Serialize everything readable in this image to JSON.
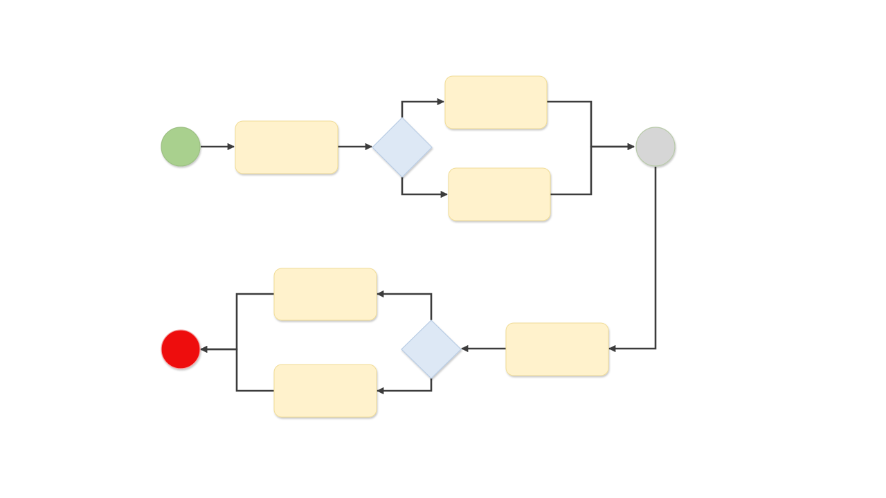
{
  "colors": {
    "background": "#ffffff",
    "start_fill": "#a9d08e",
    "start_stroke": "#9cbf83",
    "end_fill": "#ee1111",
    "end_stroke": "#f5a3a3",
    "merge_fill": "#d6d6d6",
    "merge_stroke": "#b7c9a8",
    "task_fill": "#fff2cc",
    "task_stroke": "#f0dc96",
    "gateway_fill": "#dde8f5",
    "gateway_stroke": "#b8cce4",
    "connector": "#3c3c3c"
  },
  "diagram": {
    "start_event": {
      "label": ""
    },
    "merge_event": {
      "label": ""
    },
    "end_event": {
      "label": ""
    },
    "gateways": [
      {
        "id": "split-gateway-1",
        "label": ""
      },
      {
        "id": "split-gateway-2",
        "label": ""
      }
    ],
    "tasks": [
      {
        "id": "task-1",
        "label": ""
      },
      {
        "id": "task-2a",
        "label": ""
      },
      {
        "id": "task-2b",
        "label": ""
      },
      {
        "id": "task-3",
        "label": ""
      },
      {
        "id": "task-4a",
        "label": ""
      },
      {
        "id": "task-4b",
        "label": ""
      }
    ],
    "connectors": [
      {
        "from": "start-event",
        "to": "task-1"
      },
      {
        "from": "task-1",
        "to": "split-gateway-1"
      },
      {
        "from": "split-gateway-1",
        "to": "task-2a"
      },
      {
        "from": "split-gateway-1",
        "to": "task-2b"
      },
      {
        "from": "task-2a",
        "to": "merge-event"
      },
      {
        "from": "task-2b",
        "to": "merge-event"
      },
      {
        "from": "merge-event",
        "to": "task-3"
      },
      {
        "from": "task-3",
        "to": "split-gateway-2"
      },
      {
        "from": "split-gateway-2",
        "to": "task-4a"
      },
      {
        "from": "split-gateway-2",
        "to": "task-4b"
      },
      {
        "from": "task-4a",
        "to": "end-event"
      },
      {
        "from": "task-4b",
        "to": "end-event"
      }
    ]
  }
}
